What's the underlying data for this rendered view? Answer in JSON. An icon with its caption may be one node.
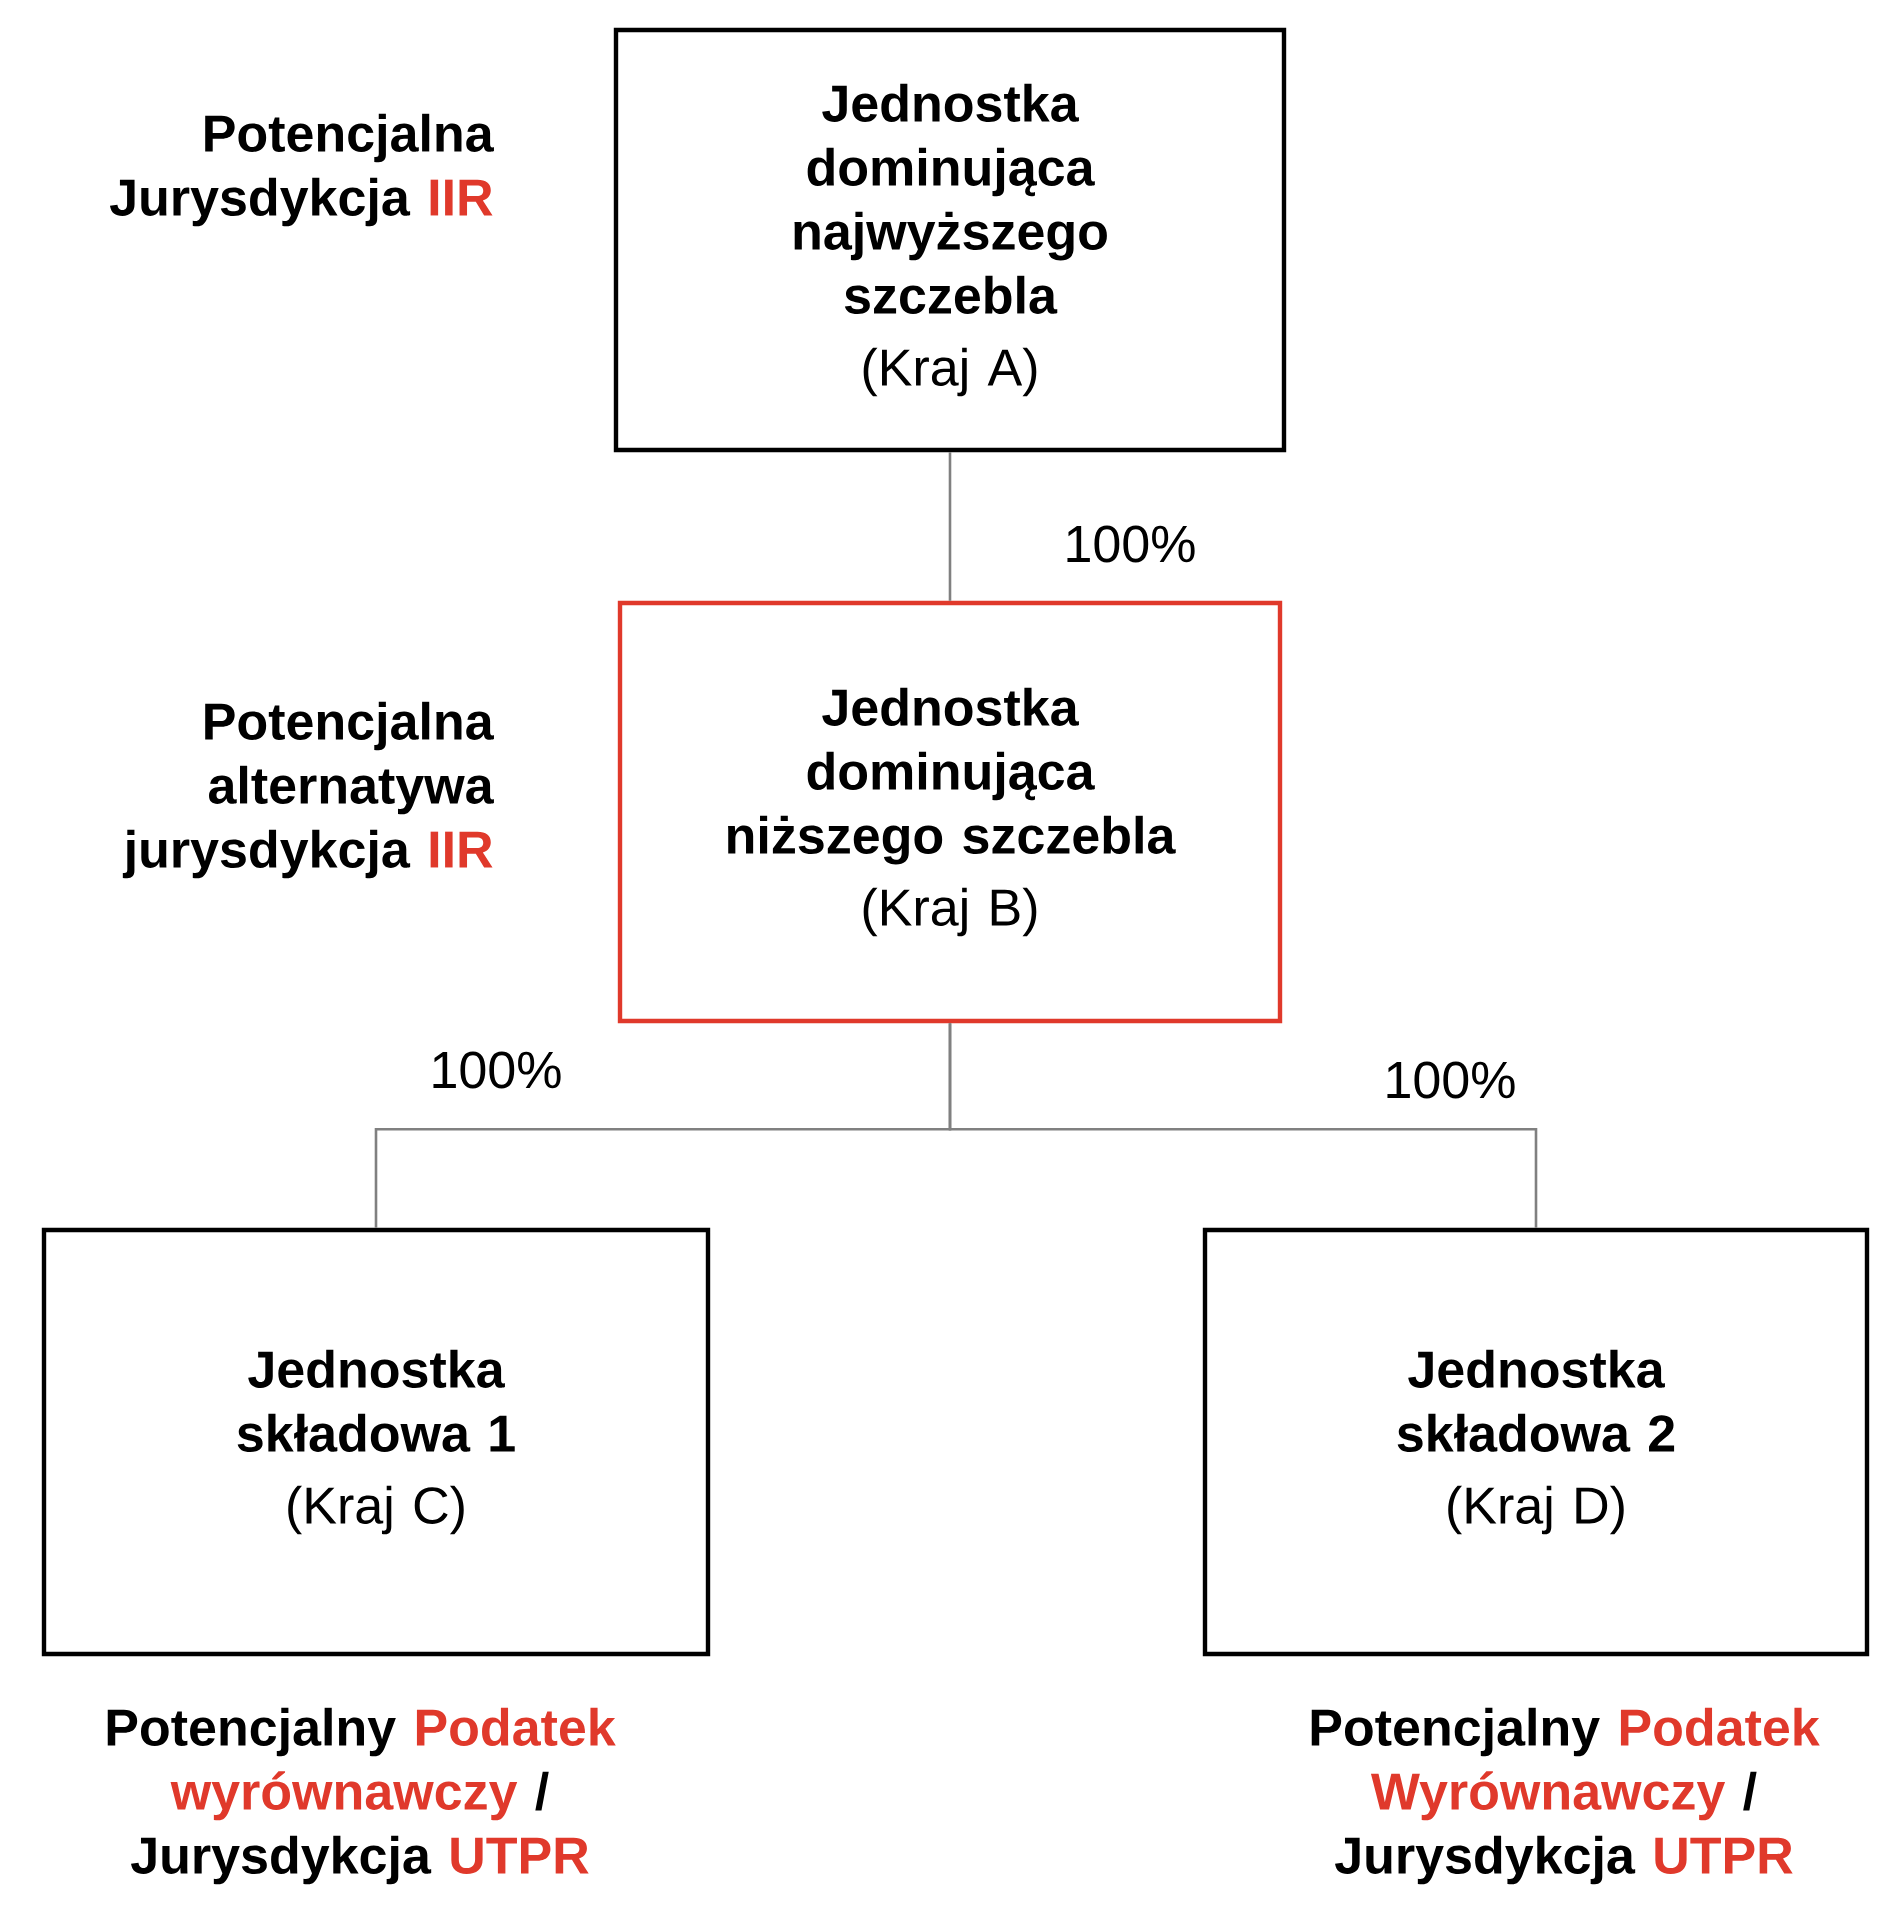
{
  "diagram": {
    "nodes": [
      {
        "text": [
          "Jednostka dominująca najwyższego szczebla",
          "(Kraj A)"
        ]
      },
      {
        "text": [
          "Jednostka dominująca niższego szczebla",
          "(Kraj B)"
        ]
      },
      {
        "text": [
          "Jednostka składowa 1",
          "(Kraj C)"
        ]
      },
      {
        "text": [
          "Jednostka składowa 2",
          "(Kraj D)"
        ]
      }
    ],
    "edges": [
      {
        "from": 0,
        "to": 1,
        "arrow": "none",
        "label": "100%"
      },
      {
        "from": 1,
        "to": 2,
        "arrow": "none",
        "label": "100%"
      },
      {
        "from": 1,
        "to": 3,
        "arrow": "none",
        "label": "100%"
      }
    ],
    "labels": [
      "Potencjalna Jurysdykcja",
      "IIR",
      "Potencjalna alternatywa jurysdykcja",
      "IIR",
      "Potencjalny",
      "Podatek wyrównawczy",
      "/ Jurysdykcja",
      "UTPR",
      "Potencjalny",
      "Podatek Wyrównawczy",
      "/ Jurysdykcja",
      "UTPR"
    ]
  }
}
